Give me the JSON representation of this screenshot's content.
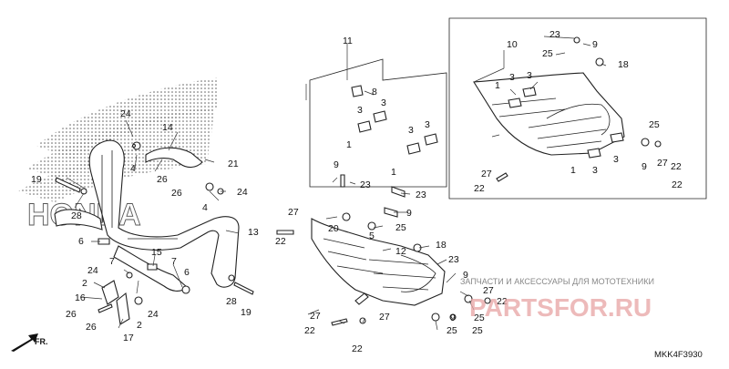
{
  "diagram": {
    "code": "MKK4F3930",
    "direction_label": "FR.",
    "watermark_brand": "HONDA",
    "watermark_site": "PARTSFOR.RU",
    "watermark_tagline": "ЗАПЧАСТИ И АКСЕССУАРЫ ДЛЯ МОТОТЕХНИКИ",
    "colors": {
      "line": "#222222",
      "brand_red": "#d9534f",
      "hatch": "#555555"
    },
    "callouts": {
      "c1": "1",
      "c2": "2",
      "c3": "3",
      "c4": "4",
      "c5": "5",
      "c6": "6",
      "c7": "7",
      "c8": "8",
      "c9": "9",
      "c10": "10",
      "c11": "11",
      "c12": "12",
      "c13": "13",
      "c14": "14",
      "c15": "15",
      "c16": "16",
      "c17": "17",
      "c18": "18",
      "c19": "19",
      "c20": "20",
      "c21": "21",
      "c22": "22",
      "c23": "23",
      "c24": "24",
      "c25": "25",
      "c26": "26",
      "c27": "27",
      "c28": "28"
    }
  }
}
